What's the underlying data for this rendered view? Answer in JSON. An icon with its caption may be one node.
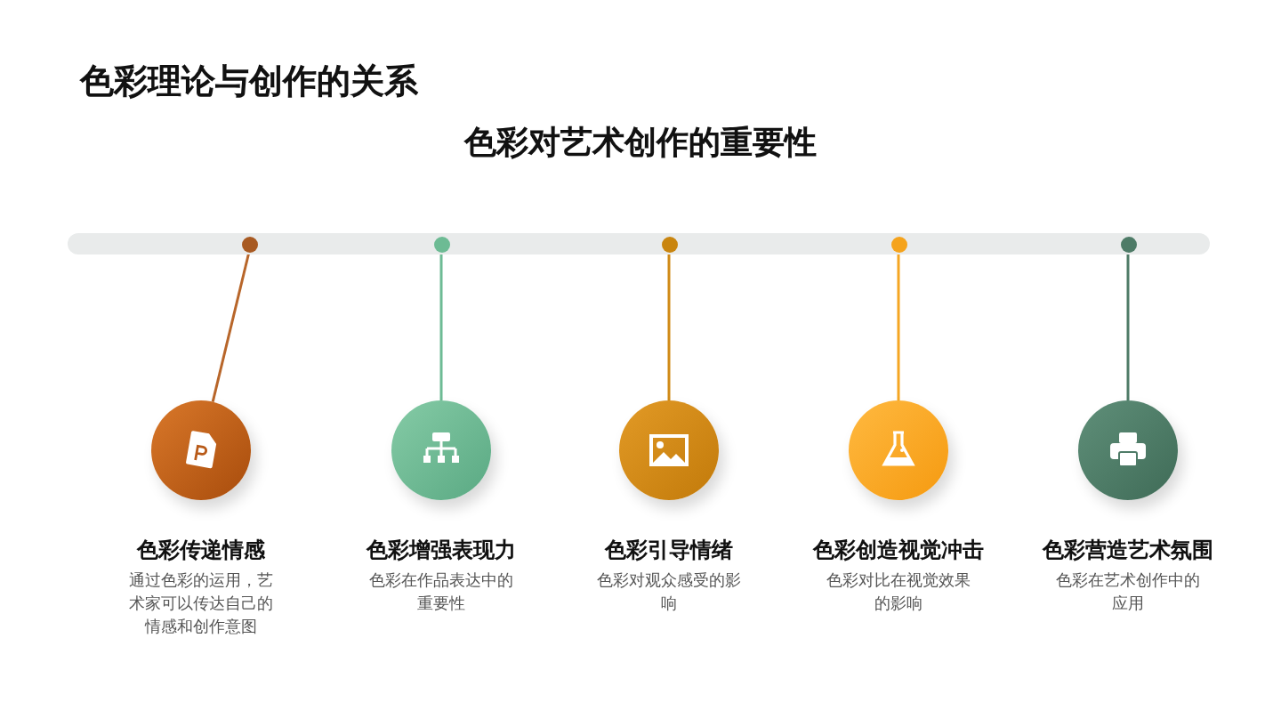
{
  "diagram": {
    "title": "色彩理论与创作的关系",
    "nodes": [
      {
        "text": [],
        "shape": "bar"
      },
      {
        "text": [],
        "shape": "circle",
        "in": 0
      },
      {
        "text": [],
        "shape": "circle",
        "in": 0
      },
      {
        "text": [],
        "shape": "circle",
        "in": 0
      },
      {
        "text": [],
        "shape": "circle",
        "in": 0
      },
      {
        "text": [],
        "shape": "circle",
        "in": 0
      },
      {
        "text": [
          "色彩传递情感",
          "通过色彩的运用，艺术家可以传达自己的情感和创作意图"
        ]
      },
      {
        "text": [
          "色彩增强表现力",
          "色彩在作品表达中的重要性"
        ]
      },
      {
        "text": [
          "色彩引导情绪",
          "色彩对观众感受的影响"
        ]
      },
      {
        "text": [
          "色彩创造视觉冲击",
          "色彩对比在视觉效果的影响"
        ]
      },
      {
        "text": [
          "色彩营造艺术氛围",
          "色彩在艺术创作中的应用"
        ]
      }
    ],
    "edges": [
      {
        "from": 1,
        "to": 6,
        "arrow": "none",
        "color": "#b8662a"
      },
      {
        "from": 2,
        "to": 7,
        "arrow": "none",
        "color": "#6dbb94"
      },
      {
        "from": 3,
        "to": 8,
        "arrow": "none",
        "color": "#d08a16"
      },
      {
        "from": 4,
        "to": 9,
        "arrow": "none",
        "color": "#f5a623"
      },
      {
        "from": 5,
        "to": 10,
        "arrow": "none",
        "color": "#4e7b67"
      }
    ],
    "labels": [
      "色彩对艺术创作的重要性"
    ]
  }
}
